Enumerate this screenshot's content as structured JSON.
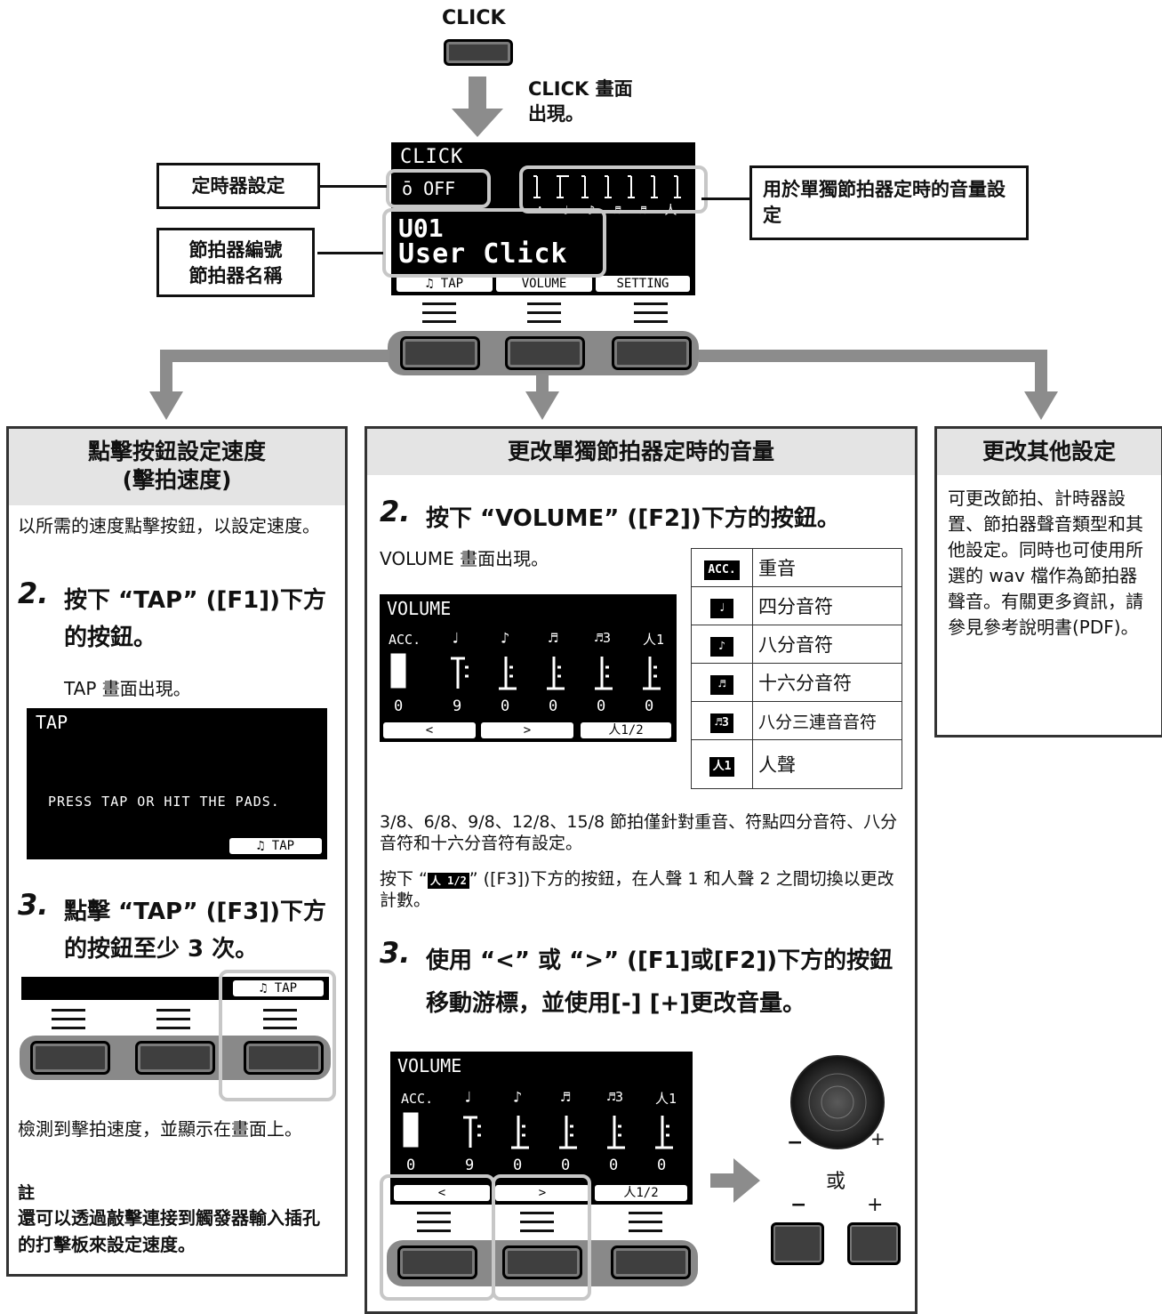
{
  "top": {
    "click_label": "CLICK",
    "screen_note_line1": "CLICK 畫面",
    "screen_note_line2": "出現。"
  },
  "lcd_main": {
    "title": "CLICK",
    "timer": "ō OFF",
    "number": "U01",
    "name": "User Click",
    "acc_label": "Acc.",
    "softkeys": [
      "♫ TAP",
      "VOLUME",
      "SETTING"
    ]
  },
  "callouts": {
    "timer_setting": "定時器設定",
    "metronome_number": "節拍器編號",
    "metronome_name": "節拍器名稱",
    "volume_setting": "用於單獨節拍器定時的音量設定"
  },
  "left_panel": {
    "title_line1": "點擊按鈕設定速度",
    "title_line2": "(擊拍速度)",
    "intro": "以所需的速度點擊按鈕，以設定速度。",
    "step2_num": "2.",
    "step2_text": "按下 “TAP” ([F1])下方的按鈕。",
    "tap_appears": "TAP 畫面出現。",
    "tap_screen_title": "TAP",
    "tap_screen_msg": "PRESS TAP OR HIT THE PADS.",
    "tap_softkey": "♫ TAP",
    "step3_num": "3.",
    "step3_text": "點擊 “TAP” ([F3])下方的按鈕至少 3 次。",
    "detected": "檢測到擊拍速度，並顯示在畫面上。",
    "note_title": "註",
    "note_text": "還可以透過敲擊連接到觸發器輸入插孔的打擊板來設定速度。"
  },
  "middle_panel": {
    "title": "更改單獨節拍器定時的音量",
    "step2_num": "2.",
    "step2_text": "按下 “VOLUME” ([F2])下方的按鈕。",
    "volume_appears": "VOLUME 畫面出現。",
    "vol_screen_title": "VOLUME",
    "vol_headers": [
      "ACC.",
      "♩",
      "♪",
      "♬",
      "♬3",
      "人1"
    ],
    "vol_values": [
      "0",
      "9",
      "0",
      "0",
      "0",
      "0"
    ],
    "vol_softkeys": [
      "<",
      ">",
      "人1/2"
    ],
    "legend": [
      {
        "icon": "ACC.",
        "name": "重音"
      },
      {
        "icon": "♩",
        "name": "四分音符"
      },
      {
        "icon": "♪",
        "name": "八分音符"
      },
      {
        "icon": "♬",
        "name": "十六分音符"
      },
      {
        "icon": "♬3",
        "name": "八分三連音音符"
      },
      {
        "icon": "人1",
        "name": "人聲"
      }
    ],
    "note1": "3/8、6/8、9/8、12/8、15/8 節拍僅針對重音、符點四分音符、八分音符和十六分音符有設定。",
    "note2_pre": "按下 “",
    "note2_icon": "人 1/2",
    "note2_post": "” ([F3])下方的按鈕，在人聲 1 和人聲 2 之間切換以更改計數。",
    "step3_num": "3.",
    "step3_text": "使用 “<” 或 “>” ([F1]或[F2])下方的按鈕移動游標，並使用[-] [+]更改音量。",
    "or_label": "或",
    "minus": "−",
    "plus": "+"
  },
  "right_panel": {
    "title": "更改其他設定",
    "text": "可更改節拍、計時器設置、節拍器聲音類型和其他設定。同時也可使用所選的 wav 檔作為節拍器聲音。有關更多資訊，請參見參考說明書(PDF)。"
  }
}
